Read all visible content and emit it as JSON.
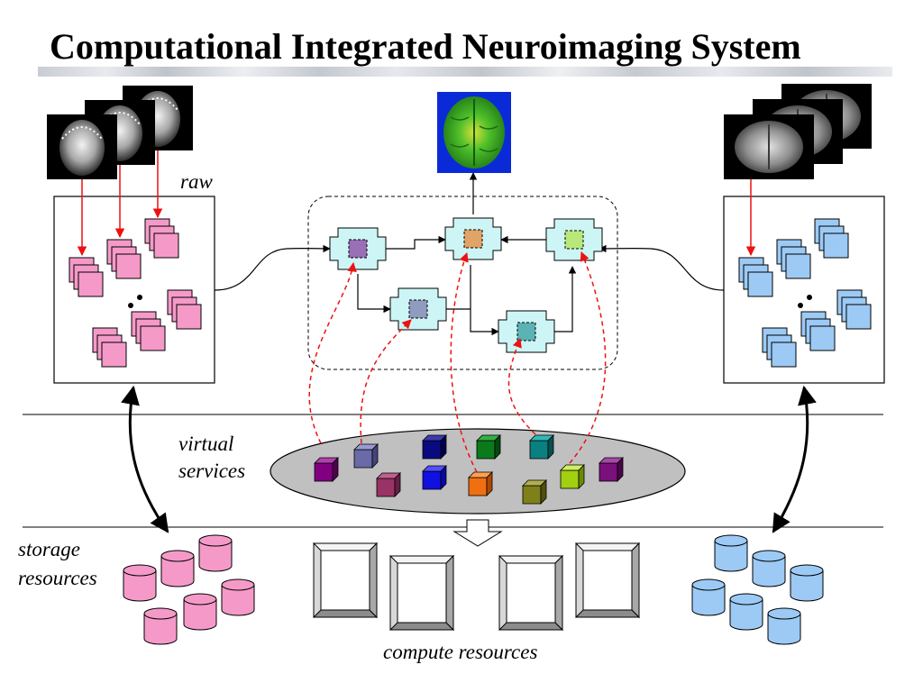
{
  "title": "Computational Integrated Neuroimaging System",
  "labels": {
    "raw": "raw",
    "virtual_line1": "virtual",
    "virtual_line2": "services",
    "storage_line1": "storage",
    "storage_line2": "resources",
    "compute": "compute resources"
  },
  "colors": {
    "raw_eeg_blocks": "#f59ac8",
    "mri_blocks": "#9ccaf5",
    "workflow_nodes": "#cdf5f5",
    "dashed_links": "#ee1111",
    "services_ellipse": "#c0c0c0",
    "storage_pink": "#f59ac8",
    "storage_blue": "#9ccaf5"
  },
  "icons": {
    "eeg_images": "eeg-head-photo",
    "mri_images": "mri-brain-slice",
    "result": "3d-brain-render",
    "storage": "database-cylinder",
    "compute": "monitor-frame",
    "service": "colored-cube"
  }
}
